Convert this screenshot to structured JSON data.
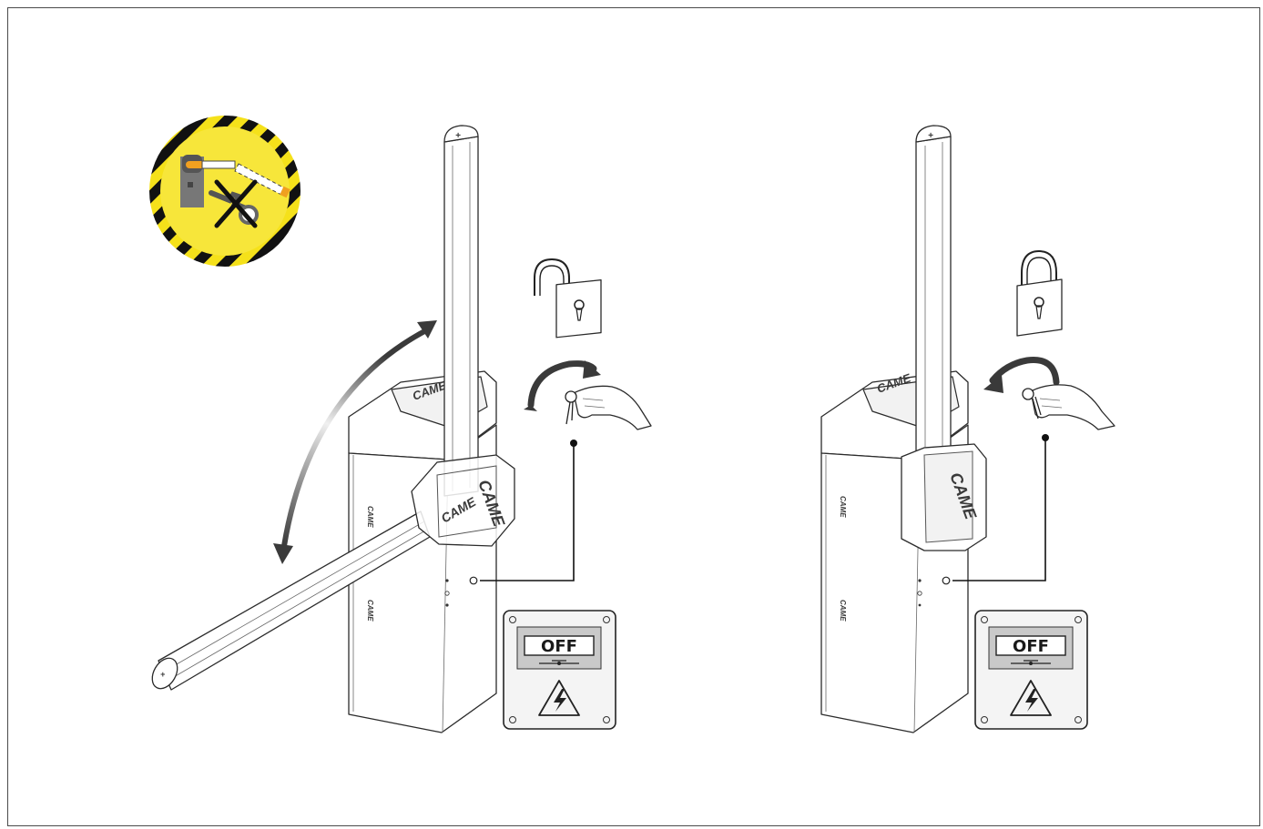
{
  "figure": {
    "left_panel": {
      "brand_label": "CAME",
      "switch_label": "OFF",
      "lock_state": "unlocked",
      "key_rotation": "clockwise",
      "boom_motion": "raise-lower"
    },
    "right_panel": {
      "brand_label": "CAME",
      "switch_label": "OFF",
      "lock_state": "locked",
      "key_rotation": "counter-clockwise"
    },
    "warning_badge": {
      "icon": "no-manual-release-key-icon",
      "colors": {
        "stripe_yellow": "#f5e11a",
        "stripe_black": "#111111",
        "center_yellow": "#f7e63a"
      }
    },
    "colors": {
      "line": "#2b2b2b",
      "fill": "#ffffff",
      "arrow_dark": "#444444",
      "switch_grey": "#c9c9c9"
    }
  }
}
